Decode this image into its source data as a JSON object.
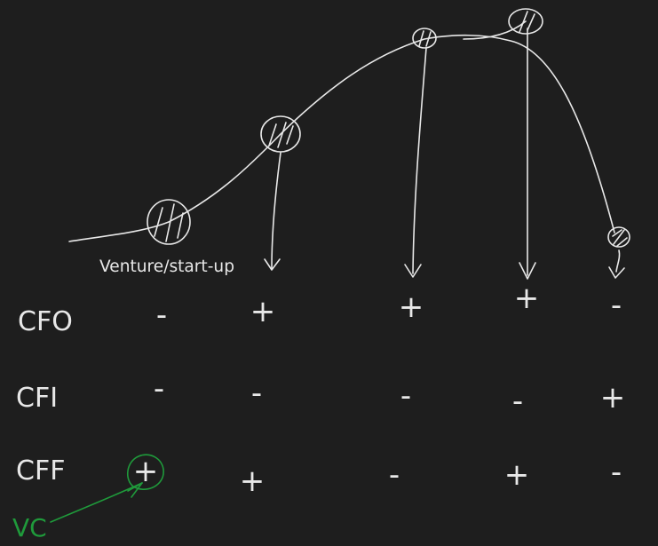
{
  "stage_label": "Venture/start-up",
  "row_labels": [
    "CFO",
    "CFI",
    "CFF"
  ],
  "signs": {
    "CFO": [
      "-",
      "+",
      "+",
      "+",
      "-"
    ],
    "CFI": [
      "-",
      "-",
      "-",
      "-",
      "+"
    ],
    "CFF": [
      "+",
      "+",
      "-",
      "+",
      "-"
    ]
  },
  "annotation": {
    "text": "VC",
    "points_to": "CFF stage 1 (+)"
  },
  "colors": {
    "background": "#1e1e1e",
    "ink": "#e8e8e8",
    "annotation": "#1f9a3b"
  }
}
